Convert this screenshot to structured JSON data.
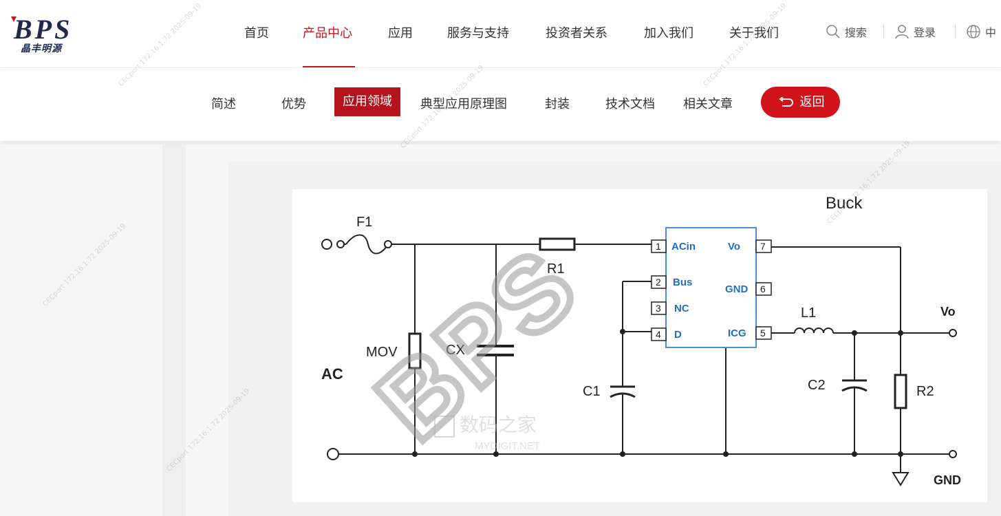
{
  "brand": {
    "logo_text": "BPS",
    "name_cn": "晶丰明源"
  },
  "main_nav": [
    {
      "label": "首页",
      "active": false
    },
    {
      "label": "产品中心",
      "active": true
    },
    {
      "label": "应用",
      "active": false
    },
    {
      "label": "服务与支持",
      "active": false
    },
    {
      "label": "投资者关系",
      "active": false
    },
    {
      "label": "加入我们",
      "active": false
    },
    {
      "label": "关于我们",
      "active": false
    }
  ],
  "utility": {
    "search": "搜索",
    "login": "登录",
    "language": "中"
  },
  "sub_nav": [
    {
      "label": "简述",
      "active": false
    },
    {
      "label": "优势",
      "active": false
    },
    {
      "label": "应用领域",
      "active": true
    },
    {
      "label": "典型应用原理图",
      "active": false
    },
    {
      "label": "封装",
      "active": false
    },
    {
      "label": "技术文档",
      "active": false
    },
    {
      "label": "相关文章",
      "active": false
    }
  ],
  "back_button": {
    "label": "返回"
  },
  "colors": {
    "accent": "#c8161d",
    "chip_border": "#4a90d9",
    "chip_text": "#1f6fc4"
  },
  "watermark": {
    "text": "CECport 172.16.1.72 2025-09-19",
    "overlay": "BPS",
    "site_cn": "数码之家",
    "site_en": "MYDIGIT.NET"
  },
  "schematic": {
    "title": "Buck",
    "labels": {
      "f1": "F1",
      "r1": "R1",
      "mov": "MOV",
      "cx": "CX",
      "ac": "AC",
      "c1": "C1",
      "c2": "C2",
      "l1": "L1",
      "r2": "R2",
      "vo": "Vo",
      "gnd": "GND"
    },
    "chip_pins": [
      {
        "num": "1",
        "name": "ACin"
      },
      {
        "num": "2",
        "name": "Bus"
      },
      {
        "num": "3",
        "name": "NC"
      },
      {
        "num": "4",
        "name": "D"
      },
      {
        "num": "7",
        "name": "Vo"
      },
      {
        "num": "6",
        "name": "GND"
      },
      {
        "num": "5",
        "name": "ICG"
      }
    ]
  }
}
